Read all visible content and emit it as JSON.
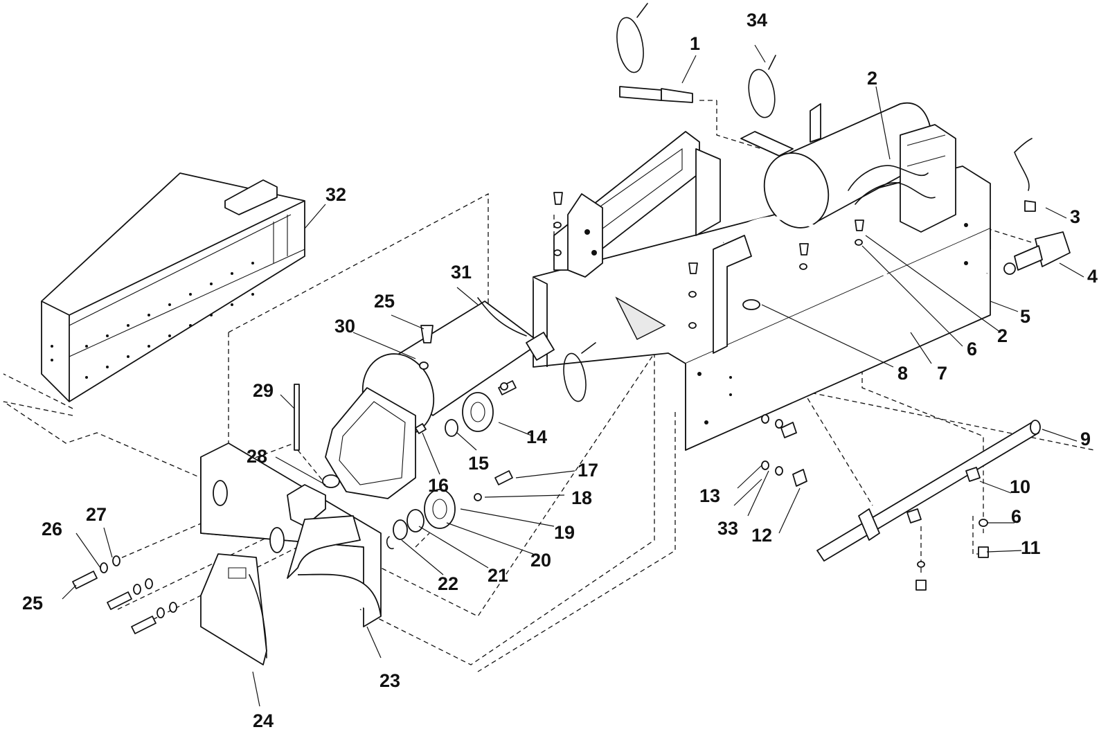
{
  "callouts": [
    "1",
    "2",
    "3",
    "4",
    "5",
    "6",
    "7",
    "8",
    "9",
    "10",
    "11",
    "12",
    "13",
    "14",
    "15",
    "16",
    "17",
    "18",
    "19",
    "20",
    "21",
    "22",
    "23",
    "24",
    "25",
    "26",
    "27",
    "28",
    "29",
    "30",
    "31",
    "32",
    "33",
    "34"
  ],
  "labels": {
    "c1": "1",
    "c2a": "2",
    "c2b": "2",
    "c3": "3",
    "c4": "4",
    "c5": "5",
    "c6a": "6",
    "c6b": "6",
    "c7": "7",
    "c8": "8",
    "c9": "9",
    "c10": "10",
    "c11": "11",
    "c12": "12",
    "c13": "13",
    "c14": "14",
    "c15": "15",
    "c16": "16",
    "c17": "17",
    "c18": "18",
    "c19": "19",
    "c20": "20",
    "c21": "21",
    "c22": "22",
    "c23": "23",
    "c24": "24",
    "c25a": "25",
    "c25b": "25",
    "c26": "26",
    "c27": "27",
    "c28": "28",
    "c29": "29",
    "c30": "30",
    "c31": "31",
    "c32": "32",
    "c33": "33",
    "c34": "34"
  }
}
